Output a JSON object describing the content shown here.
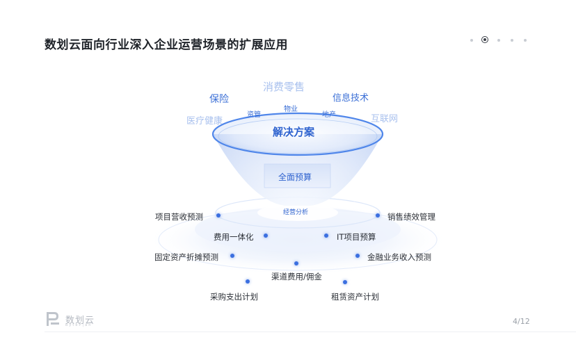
{
  "slide": {
    "title": "数划云面向行业深入企业运营场景的扩展应用",
    "page_indicator": "4/12",
    "pager_dot_count": 5,
    "pager_active_index": 1
  },
  "logo": {
    "name": "数划云",
    "subtitle": "ByteP|an",
    "icon": "bytepian-logo-icon"
  },
  "industries": [
    {
      "key": "insurance",
      "label": "保险"
    },
    {
      "key": "consumer-retail",
      "label": "消费零售"
    },
    {
      "key": "it",
      "label": "信息技术"
    },
    {
      "key": "healthcare",
      "label": "医疗健康"
    },
    {
      "key": "asset-management",
      "label": "资管"
    },
    {
      "key": "property",
      "label": "物业"
    },
    {
      "key": "real-estate",
      "label": "地产"
    },
    {
      "key": "internet",
      "label": "互联网"
    }
  ],
  "funnel": {
    "top": "解决方案",
    "middle": "全面预算",
    "bottom": "经营分析"
  },
  "scenarios": [
    {
      "key": "project-revenue-forecast",
      "label": "项目营收预测"
    },
    {
      "key": "sales-performance",
      "label": "销售绩效管理"
    },
    {
      "key": "expense-integration",
      "label": "费用一体化"
    },
    {
      "key": "it-project-budget",
      "label": "IT项目预算"
    },
    {
      "key": "fixed-asset-depreciation",
      "label": "固定资产折摊预测"
    },
    {
      "key": "financial-revenue-forecast",
      "label": "金融业务收入预测"
    },
    {
      "key": "channel-commission",
      "label": "渠道费用/佣金"
    },
    {
      "key": "procurement-plan",
      "label": "采购支出计划"
    },
    {
      "key": "leased-asset-plan",
      "label": "租赁资产计划"
    }
  ],
  "colors": {
    "accent": "#3b6fe0",
    "industry_text": "#3b6fd6",
    "industry_faded": "#a9c1ee",
    "title": "#1f2329"
  }
}
